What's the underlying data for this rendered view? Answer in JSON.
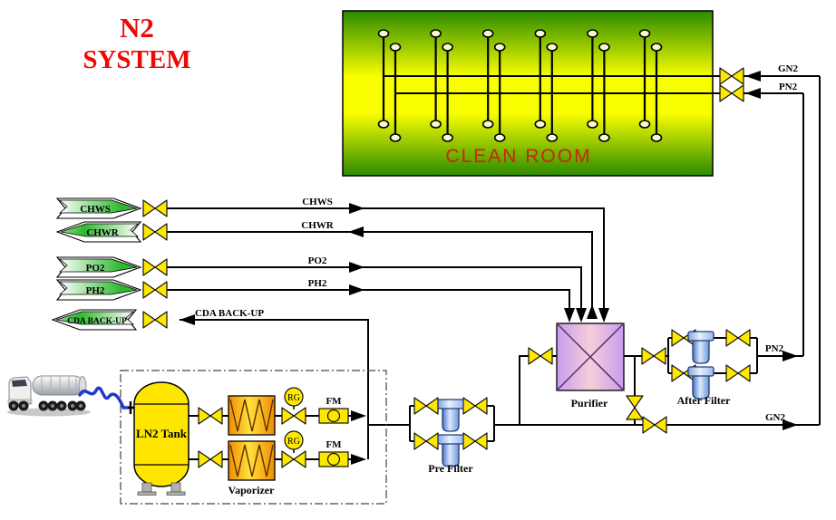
{
  "title": {
    "line1": "N2",
    "line2": "SYSTEM"
  },
  "clean_room": {
    "label": "CLEAN ROOM",
    "entries": [
      {
        "label": "GN2"
      },
      {
        "label": "PN2"
      }
    ]
  },
  "supply_banners": [
    {
      "label": "CHWS",
      "direction": "right",
      "line_label": "CHWS"
    },
    {
      "label": "CHWR",
      "direction": "left",
      "line_label": "CHWR"
    },
    {
      "label": "PO2",
      "direction": "right",
      "line_label": "PO2"
    },
    {
      "label": "PH2",
      "direction": "right",
      "line_label": "PH2"
    },
    {
      "label": "CDA BACK-UP",
      "direction": "left",
      "line_label": "CDA BACK-UP"
    }
  ],
  "equipment": {
    "tank": {
      "label": "LN2 Tank"
    },
    "vaporizer": {
      "label": "Vaporizer"
    },
    "regulators": [
      {
        "label": "RG"
      },
      {
        "label": "RG"
      }
    ],
    "flow_meters": [
      {
        "label": "FM"
      },
      {
        "label": "FM"
      }
    ],
    "pre_filter": {
      "label": "Pre Filter"
    },
    "purifier": {
      "label": "Purifier"
    },
    "after_filter": {
      "label": "After Filter"
    }
  },
  "outputs": {
    "pn2": "PN2",
    "gn2": "GN2"
  },
  "colors": {
    "title_red": "#EE0808",
    "clean_room_label_red": "#CC2211",
    "clean_room_green": "#2B8A00",
    "clean_room_yellow": "#FAFF00",
    "banner_green": "#2DB82D",
    "valve_yellow": "#FFE800",
    "tank_yellow": "#FFE600",
    "vaporizer_orange": "#F08A00",
    "purifier_purple": "#C79DED",
    "purifier_pink": "#F7CDD9",
    "filter_blue": "#4A74C4",
    "hose_blue": "#2238CC",
    "pipe_black": "#000000"
  }
}
